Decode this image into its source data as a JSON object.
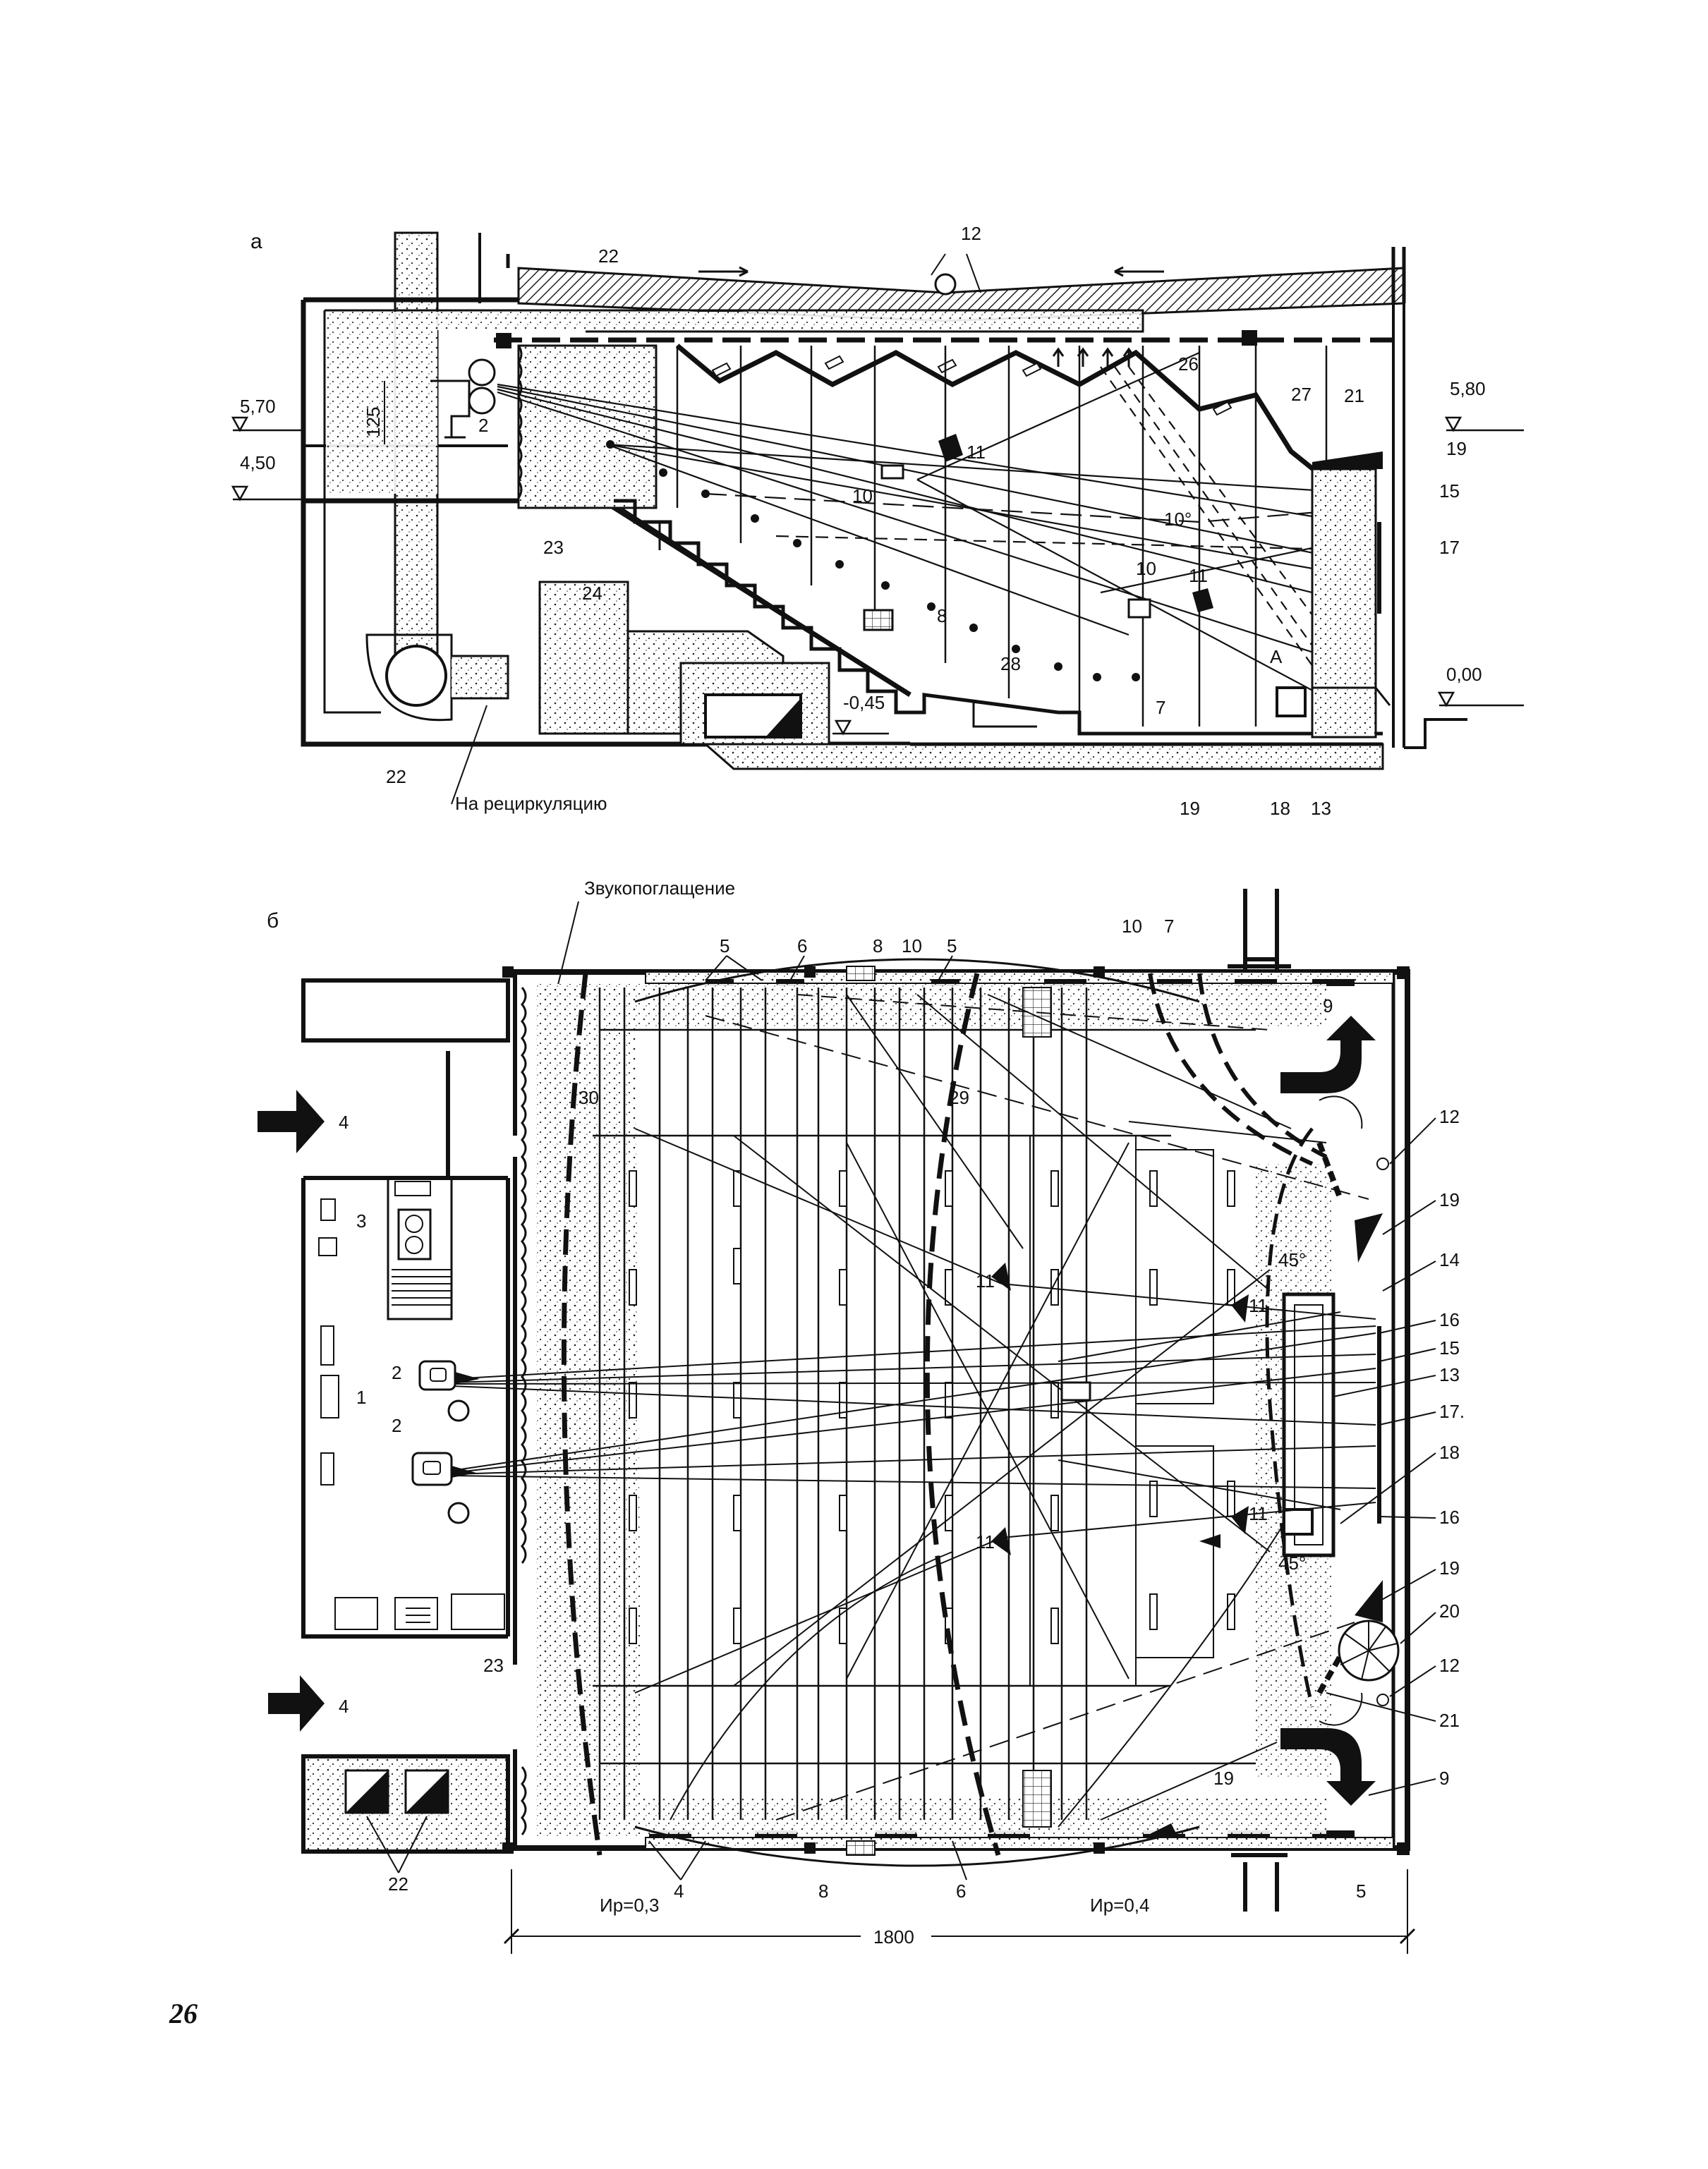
{
  "panel_a": {
    "letter": "а",
    "labels": [
      "12",
      "22",
      "2",
      "125",
      "26",
      "27",
      "21",
      "19",
      "15",
      "17",
      "11",
      "10",
      "10°",
      "23",
      "24",
      "10",
      "11",
      "8",
      "28",
      "A",
      "7",
      "-0,45",
      "0,00",
      "22",
      "19",
      "18",
      "13"
    ],
    "levels": [
      "5,70",
      "4,50",
      "5,80"
    ],
    "recirculation_label": "На рециркуляцию"
  },
  "panel_b": {
    "letter": "б",
    "sound_absorption_label": "Звукопоглащение",
    "top_labels": [
      "5",
      "6",
      "8",
      "10",
      "5",
      "10",
      "7"
    ],
    "side_labels": [
      "30",
      "29",
      "4",
      "3",
      "1",
      "2",
      "2",
      "4",
      "23",
      "22"
    ],
    "right_labels": [
      "9",
      "12",
      "19",
      "14",
      "16",
      "15",
      "13",
      "17.",
      "18",
      "16",
      "19",
      "20",
      "12",
      "21",
      "9"
    ],
    "center_labels": [
      "11",
      "11",
      "11",
      "11",
      "45°",
      "45°",
      "19"
    ],
    "bottom_labels": [
      "4",
      "8",
      "6",
      "5"
    ],
    "reverb_left": "Ир=0,3",
    "reverb_right": "Ир=0,4",
    "dimension": "1800"
  },
  "page_number": "26"
}
